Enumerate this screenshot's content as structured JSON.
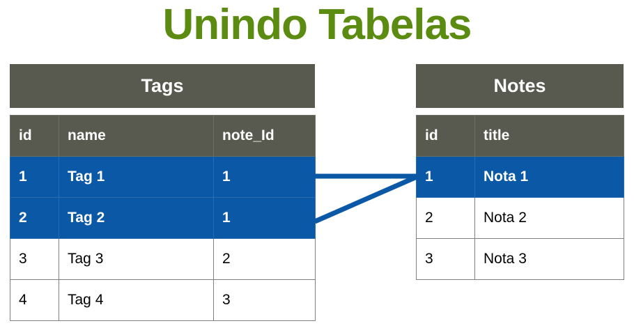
{
  "page": {
    "title": "Unindo Tabelas",
    "background": "#ffffff",
    "title_color": "#5b8c11"
  },
  "colors": {
    "header_gray": "#585a4f",
    "highlight_blue": "#0b59a6",
    "connector_blue": "#0b59a6",
    "border_gray": "#7f7f7f",
    "text_dark": "#000000",
    "text_light": "#ffffff"
  },
  "tags_table": {
    "name": "Tags",
    "columns": [
      "id",
      "name",
      "note_Id"
    ],
    "rows": [
      {
        "id": "1",
        "name": "Tag 1",
        "note_Id": "1",
        "highlighted": true
      },
      {
        "id": "2",
        "name": "Tag 2",
        "note_Id": "1",
        "highlighted": true
      },
      {
        "id": "3",
        "name": "Tag 3",
        "note_Id": "2",
        "highlighted": false
      },
      {
        "id": "4",
        "name": "Tag 4",
        "note_Id": "3",
        "highlighted": false
      }
    ]
  },
  "notes_table": {
    "name": "Notes",
    "columns": [
      "id",
      "title"
    ],
    "rows": [
      {
        "id": "1",
        "title": "Nota 1",
        "highlighted": true
      },
      {
        "id": "2",
        "title": "Nota 2",
        "highlighted": false
      },
      {
        "id": "3",
        "title": "Nota 3",
        "highlighted": false
      }
    ]
  },
  "connectors": [
    {
      "label": "tag-1-to-nota-1",
      "from": "tags.row1.note_Id",
      "to": "notes.row1.id"
    },
    {
      "label": "tag-2-to-nota-1",
      "from": "tags.row2.note_Id",
      "to": "notes.row1.id"
    }
  ]
}
